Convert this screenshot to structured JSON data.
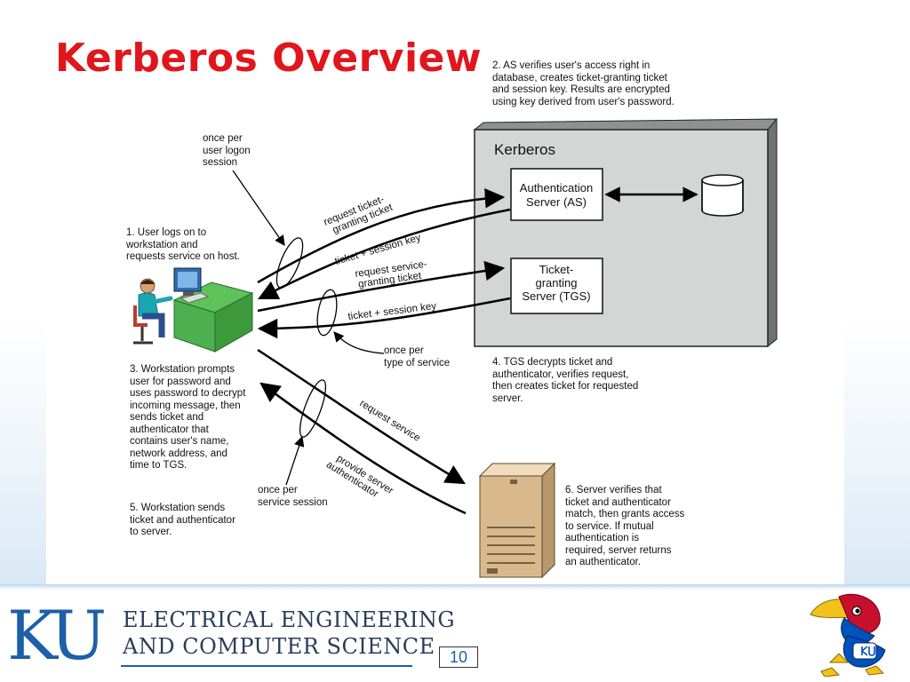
{
  "slide": {
    "title": "Kerberos Overview",
    "page_number": "10"
  },
  "footer": {
    "logo_text": "KU",
    "dept_line1": "ELECTRICAL ENGINEERING",
    "dept_line2": "AND COMPUTER SCIENCE"
  },
  "diagram": {
    "kerberos_label": "Kerberos",
    "as_box": "Authentication\nServer (AS)",
    "tgs_box": "Ticket-\ngranting\nServer (TGS)",
    "notes": {
      "step1": "1. User logs on to\nworkstation and\nrequests service on host.",
      "step2": "2. AS verifies user's access right in\ndatabase, creates ticket-granting ticket\nand session key. Results are encrypted\nusing key derived from user's password.",
      "step3": "3. Workstation prompts\nuser for password and\nuses password to decrypt\nincoming message, then\nsends ticket and\nauthenticator that\ncontains user's name,\nnetwork address, and\ntime to TGS.",
      "step4": "4. TGS decrypts ticket and\nauthenticator, verifies request,\nthen creates ticket for requested\nserver.",
      "step5": "5. Workstation sends\nticket and authenticator\nto server.",
      "step6": "6. Server verifies that\nticket and authenticator\nmatch, then grants access\nto service. If mutual\nauthentication is\nrequired, server returns\nan authenticator.",
      "once_logon": "once per\nuser logon\nsession",
      "once_service_type": "once per\ntype of service",
      "once_service_session": "once per\nservice session"
    },
    "arrows": {
      "request_tgt_1": "request ticket-",
      "request_tgt_2": "granting ticket",
      "ticket_session_key_1": "ticket + session key",
      "request_sgt_1": "request service-",
      "request_sgt_2": "granting ticket",
      "ticket_session_key_2": "ticket + session key",
      "request_service": "request service",
      "provide_auth_1": "provide server",
      "provide_auth_2": "authenticator"
    },
    "colors": {
      "kerberos_box": "#d4d6d6",
      "desk": "#4caf50",
      "server_body": "#d9b98c",
      "title_red": "#e0161c",
      "ku_blue": "#1d5fa8"
    }
  }
}
